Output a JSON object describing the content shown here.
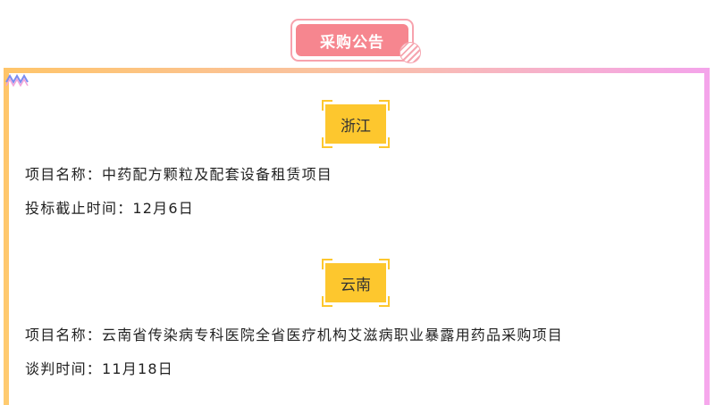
{
  "header": {
    "badge_label": "采购公告"
  },
  "announcements": [
    {
      "region": "浙江",
      "project_line": "项目名称：中药配方颗粒及配套设备租赁项目",
      "time_line": "投标截止时间：12月6日"
    },
    {
      "region": "云南",
      "project_line": "项目名称：云南省传染病专科医院全省医疗机构艾滋病职业暴露用药品采购项目",
      "time_line": "谈判时间：11月18日"
    }
  ],
  "colors": {
    "badge": "#f6868f",
    "region_label": "#fdc72e",
    "frame_left": "#ffc56a",
    "frame_right": "#f4a4ea"
  }
}
